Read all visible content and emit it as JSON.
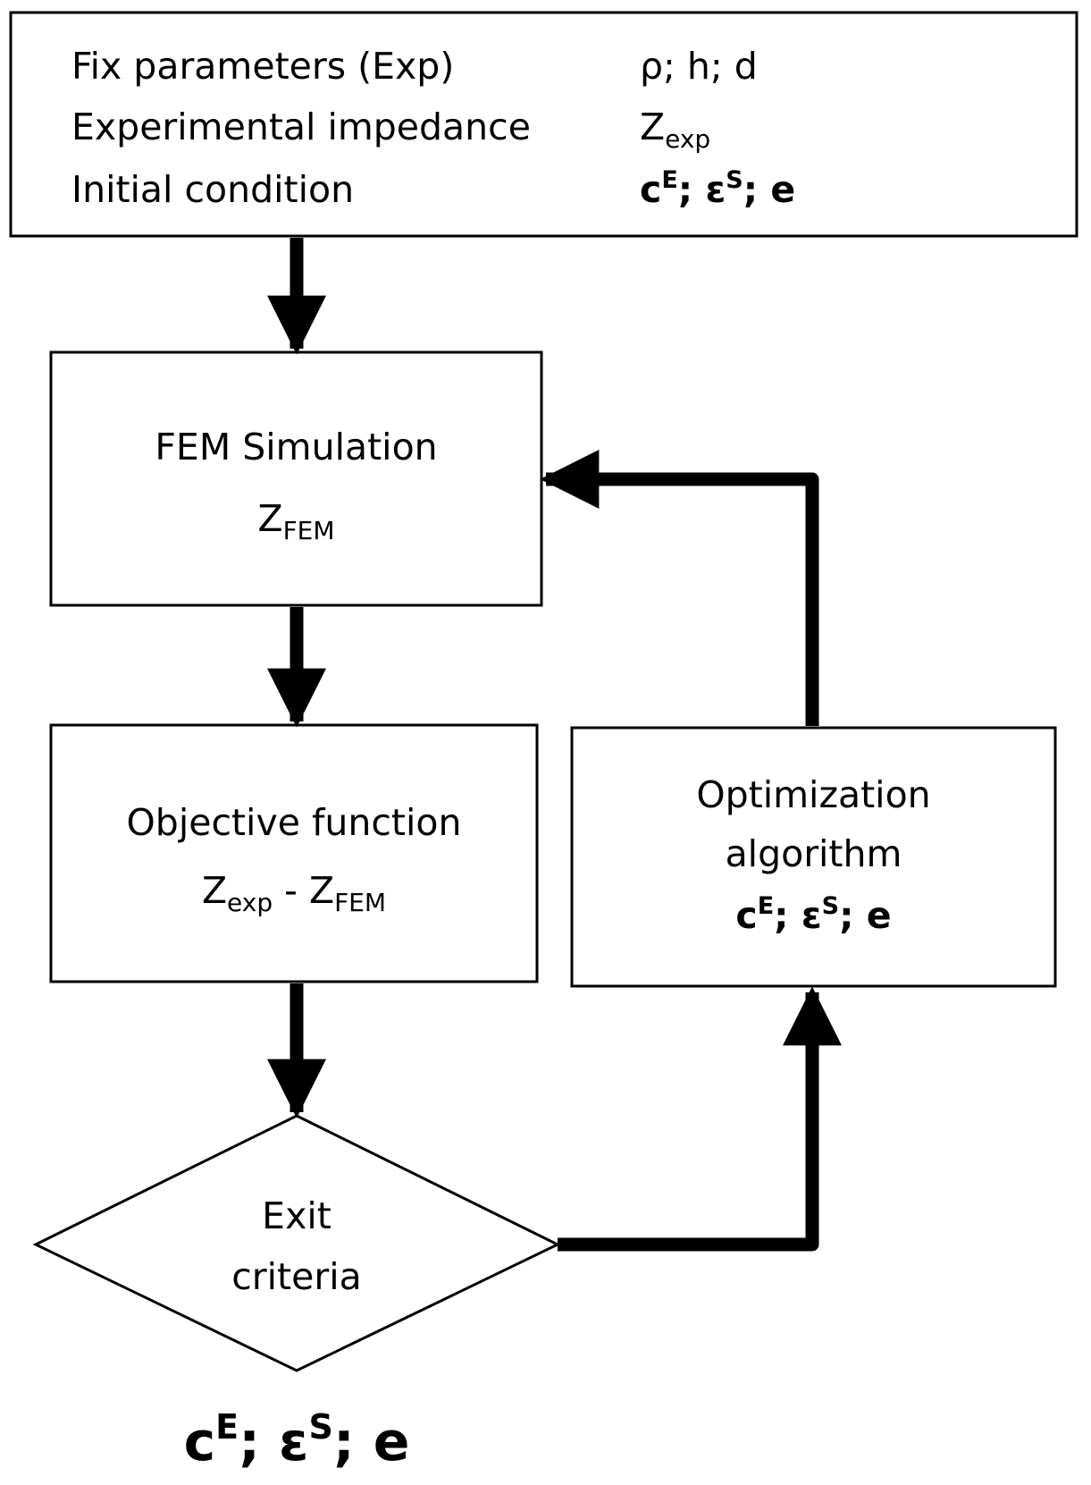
{
  "input_box": {
    "rows": [
      {
        "label": "Fix parameters (Exp)",
        "value": "ρ; h; d"
      },
      {
        "label": "Experimental impedance",
        "value_base": "Z",
        "value_sub": "exp"
      },
      {
        "label": "Initial condition",
        "c": "c",
        "c_sup": "E",
        "sep1": "; ",
        "eps": "ε",
        "eps_sup": "S",
        "sep2": "; ",
        "e": "e"
      }
    ]
  },
  "fem_box": {
    "title": "FEM Simulation",
    "z_base": "Z",
    "z_sub": "FEM"
  },
  "objective_box": {
    "title": "Objective function",
    "z1_base": "Z",
    "z1_sub": "exp",
    "minus": " - ",
    "z2_base": "Z",
    "z2_sub": "FEM"
  },
  "optimization_box": {
    "line1": "Optimization",
    "line2": "algorithm",
    "c": "c",
    "c_sup": "E",
    "sep1": "; ",
    "eps": "ε",
    "eps_sup": "S",
    "sep2": "; ",
    "e": "e"
  },
  "exit_diamond": {
    "line1": "Exit",
    "line2": "criteria"
  },
  "final_output": {
    "c": "c",
    "c_sup": "E",
    "sep1": "; ",
    "eps": "ε",
    "eps_sup": "S",
    "sep2": "; ",
    "e": "e"
  }
}
